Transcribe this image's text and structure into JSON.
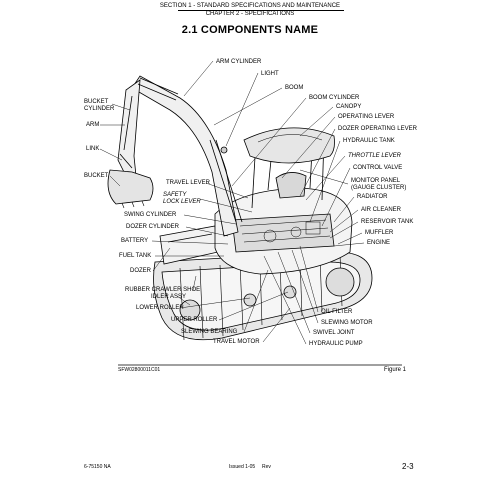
{
  "header": {
    "section": "SECTION 1 - STANDARD SPECIFICATIONS AND MAINTENANCE",
    "chapter": "CHAPTER 2 - SPECIFICATIONS"
  },
  "title": "2.1  COMPONENTS NAME",
  "labels_left": {
    "bucket_cylinder": [
      "BUCKET",
      "CYLINDER"
    ],
    "arm": "ARM",
    "link": "LINK",
    "bucket": "BUCKET",
    "travel_lever": "TRAVEL LEVER",
    "safety_lock_lever": [
      "SAFETY",
      "LOCK LEVER"
    ],
    "swing_cylinder": "SWING CYLINDER",
    "dozer_cylinder": "DOZER CYLINDER",
    "battery": "BATTERY",
    "fuel_tank": "FUEL TANK",
    "dozer": "DOZER",
    "rubber_crawler_shoe": "RUBBER CRAWLER SHOE",
    "idler_assy": "IDLER ASSY",
    "lower_roller": "LOWER ROLLER",
    "upper_roller": "UPPER ROLLER",
    "slewing_bearing": "SLEWING BEARING",
    "travel_motor": "TRAVEL MOTOR"
  },
  "labels_top": {
    "arm_cylinder": "ARM CYLINDER",
    "light": "LIGHT",
    "boom": "BOOM",
    "boom_cylinder": "BOOM CYLINDER",
    "canopy": "CANOPY",
    "operating_lever": "OPERATING LEVER",
    "dozer_operating_lever": "DOZER OPERATING LEVER",
    "hydraulic_tank": "HYDRAULIC TANK",
    "throttle_lever": "THROTTLE LEVER",
    "control_valve": "CONTROL VALVE",
    "monitor_panel": [
      "MONITOR PANEL",
      "(GAUGE CLUSTER)"
    ],
    "radiator": "RADIATOR",
    "air_cleaner": "AIR CLEANER",
    "reservoir_tank": "RESERVOIR TANK",
    "muffler": "MUFFLER",
    "engine": "ENGINE"
  },
  "labels_bottom": {
    "oil_filter": "OIL FILTER",
    "slewing_motor": "SLEWING MOTOR",
    "swivel_joint": "SWIVEL JOINT",
    "hydraulic_pump": "HYDRAULIC PUMP"
  },
  "figure": {
    "code": "SFW02800011C01",
    "caption": "Figure 1"
  },
  "footer": {
    "doc_id": "6-75150 NA",
    "issued": "Issued 1-05",
    "rev": "Rev",
    "page": "2-3"
  }
}
